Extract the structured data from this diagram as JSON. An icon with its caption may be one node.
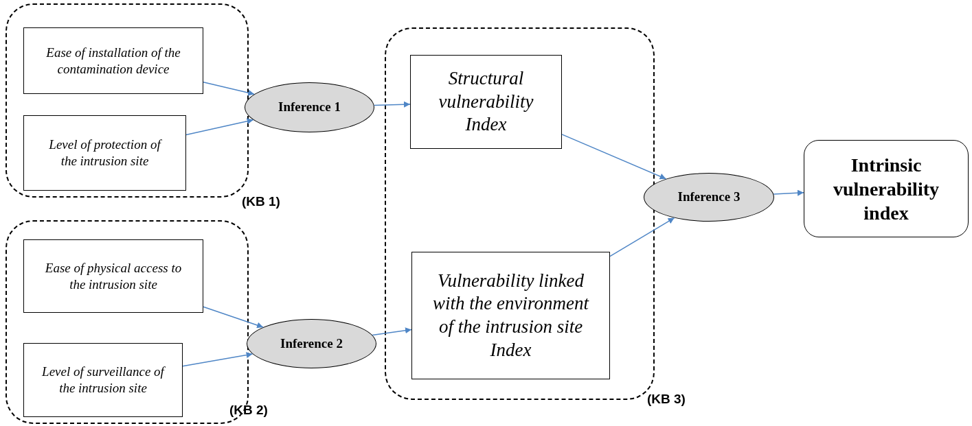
{
  "diagram": {
    "nodes": [
      {
        "text": [
          "(KB 1)"
        ]
      },
      {
        "text": [
          "Ease of installation of the contamination device"
        ],
        "in": 0
      },
      {
        "text": [
          "Level of protection of the intrusion site"
        ],
        "in": 0
      },
      {
        "text": [
          "(KB 2)"
        ]
      },
      {
        "text": [
          "Ease of physical access to the intrusion site"
        ],
        "in": 3
      },
      {
        "text": [
          "Level of surveillance of the intrusion site"
        ],
        "in": 3
      },
      {
        "text": [
          "Inference 1"
        ]
      },
      {
        "text": [
          "Inference 2"
        ]
      },
      {
        "text": [
          "(KB 3)"
        ]
      },
      {
        "text": [
          "Structural vulnerability Index"
        ],
        "in": 8
      },
      {
        "text": [
          "Vulnerability linked with the environment of the intrusion site Index"
        ],
        "in": 8
      },
      {
        "text": [
          "Inference 3"
        ]
      },
      {
        "text": [
          "Intrinsic vulnerability index"
        ]
      }
    ],
    "edges": [
      {
        "from": 1,
        "to": 6,
        "arrow": "to"
      },
      {
        "from": 2,
        "to": 6,
        "arrow": "to"
      },
      {
        "from": 4,
        "to": 7,
        "arrow": "to"
      },
      {
        "from": 5,
        "to": 7,
        "arrow": "to"
      },
      {
        "from": 6,
        "to": 9,
        "arrow": "to"
      },
      {
        "from": 7,
        "to": 10,
        "arrow": "to"
      },
      {
        "from": 9,
        "to": 11,
        "arrow": "to"
      },
      {
        "from": 10,
        "to": 11,
        "arrow": "to"
      },
      {
        "from": 11,
        "to": 12,
        "arrow": "to"
      }
    ]
  }
}
